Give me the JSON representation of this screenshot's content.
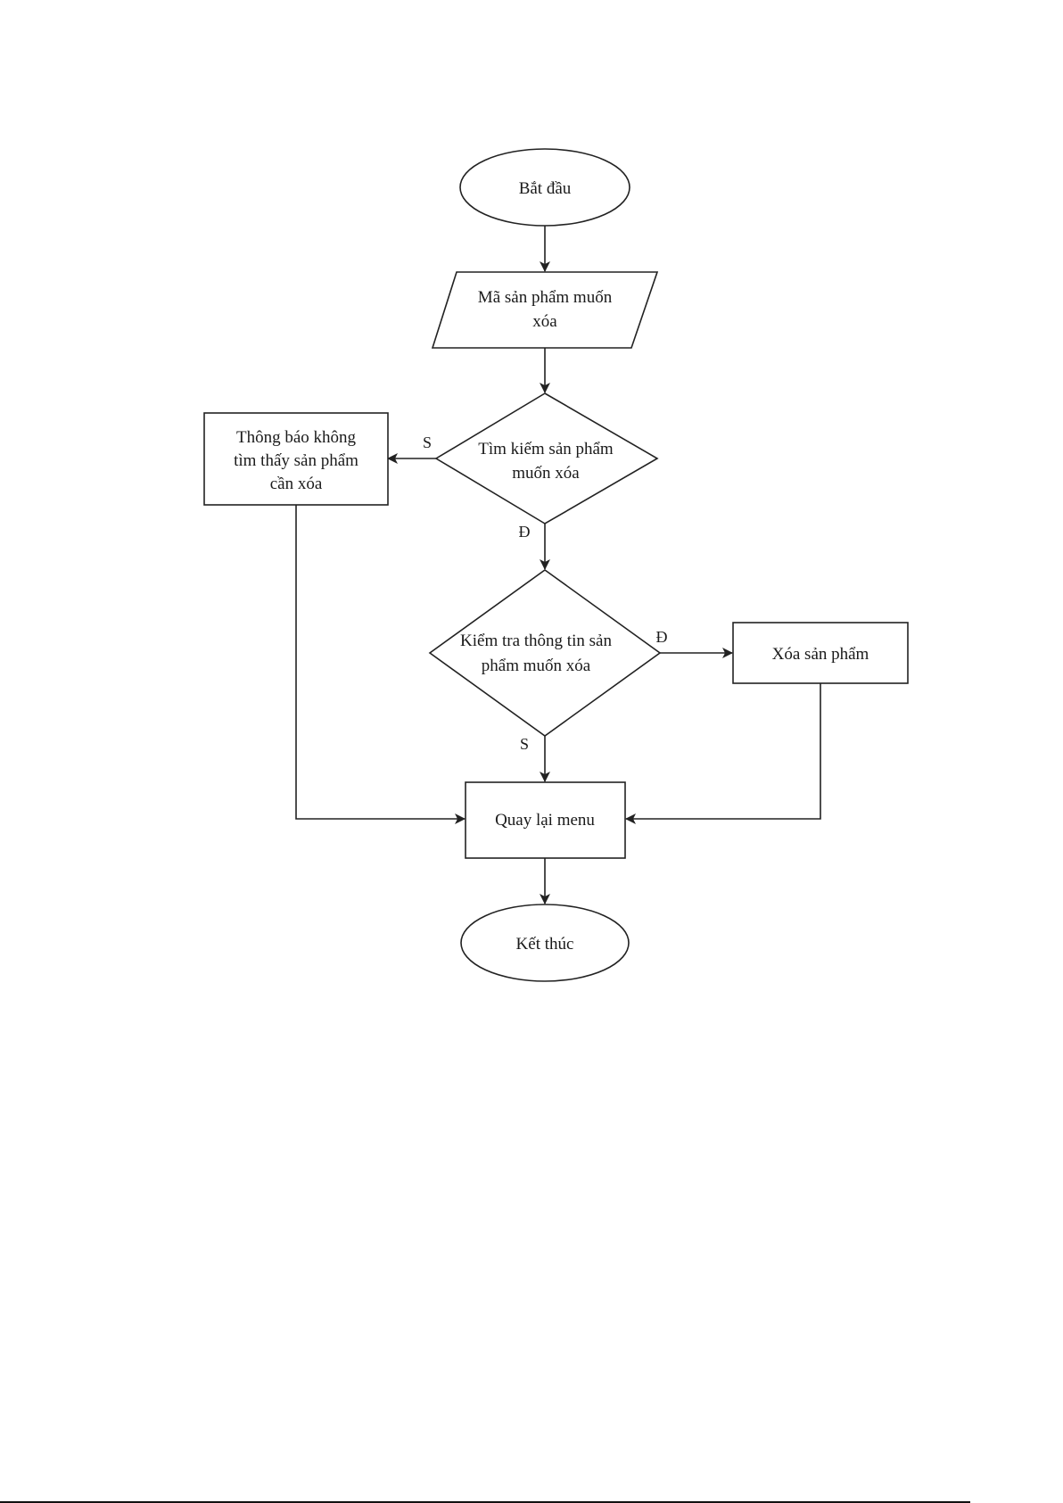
{
  "diagram": {
    "type": "flowchart",
    "nodes": {
      "start": {
        "shape": "terminator",
        "lines": [
          "Bắt đầu"
        ]
      },
      "input": {
        "shape": "parallelogram",
        "lines": [
          "Mã sản phẩm muốn",
          "xóa"
        ]
      },
      "search": {
        "shape": "decision",
        "lines": [
          "Tìm kiếm sản phẩm",
          "muốn xóa"
        ]
      },
      "notfound": {
        "shape": "process",
        "lines": [
          "Thông báo không",
          "tìm thấy sản phẩm",
          "cần xóa"
        ]
      },
      "check": {
        "shape": "decision",
        "lines": [
          "Kiểm tra thông tin sản",
          "phẩm muốn xóa"
        ]
      },
      "delete": {
        "shape": "process",
        "lines": [
          "Xóa sản phẩm"
        ]
      },
      "back": {
        "shape": "process",
        "lines": [
          "Quay lại menu"
        ]
      },
      "end": {
        "shape": "terminator",
        "lines": [
          "Kết thúc"
        ]
      }
    },
    "edges": [
      {
        "from": "start",
        "to": "input",
        "label": ""
      },
      {
        "from": "input",
        "to": "search",
        "label": ""
      },
      {
        "from": "search",
        "to": "notfound",
        "label": "S"
      },
      {
        "from": "search",
        "to": "check",
        "label": "Đ"
      },
      {
        "from": "check",
        "to": "delete",
        "label": "Đ"
      },
      {
        "from": "check",
        "to": "back",
        "label": "S"
      },
      {
        "from": "notfound",
        "to": "back",
        "label": ""
      },
      {
        "from": "delete",
        "to": "back",
        "label": ""
      },
      {
        "from": "back",
        "to": "end",
        "label": ""
      }
    ]
  }
}
